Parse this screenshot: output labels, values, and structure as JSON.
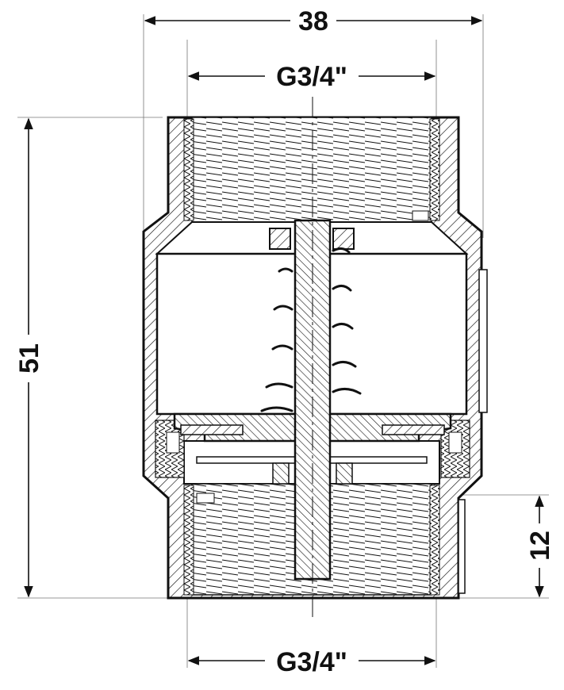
{
  "dimensions": {
    "overall_width": "38",
    "thread_top": "G3/4\"",
    "thread_bottom": "G3/4\"",
    "overall_height": "51",
    "thread_length": "12"
  },
  "colors": {
    "line": "#111111",
    "background": "#ffffff",
    "cavity": "#ffffff"
  }
}
